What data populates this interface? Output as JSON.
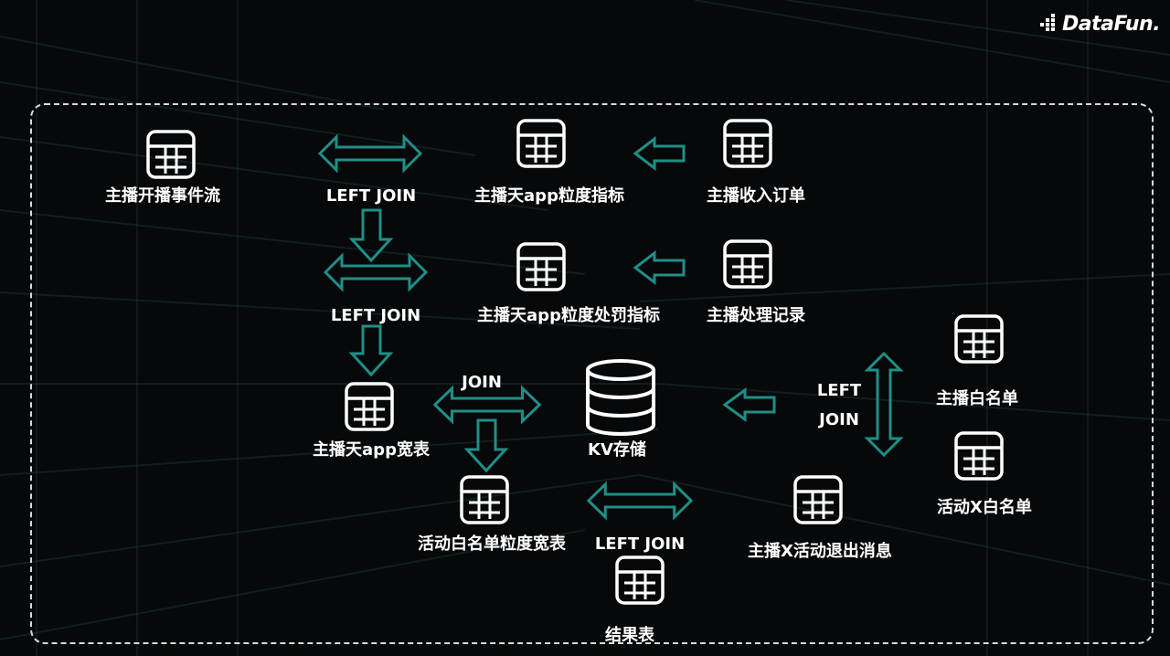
{
  "logo": {
    "text": "DataFun."
  },
  "nodes": {
    "stream": "主播开播事件流",
    "app_metrics": "主播天app粒度指标",
    "income": "主播收入订单",
    "punish_metrics": "主播天app粒度处罚指标",
    "process_log": "主播处理记录",
    "wide_table": "主播天app宽表",
    "kv": "KV存储",
    "whitelist": "主播白名单",
    "activity_whitelist": "活动X白名单",
    "activity_wide": "活动白名单粒度宽表",
    "exit_msg": "主播X活动退出消息",
    "result": "结果表"
  },
  "joins": {
    "j1": "LEFT JOIN",
    "j2": "LEFT JOIN",
    "j3": "JOIN",
    "j4_line1": "LEFT",
    "j4_line2": "JOIN",
    "j5": "LEFT JOIN"
  },
  "colors": {
    "arrow": "#1f8f86",
    "frame": "#d9d9d9",
    "text": "#ffffff"
  },
  "icons": {
    "table": "table-icon",
    "database": "database-icon"
  }
}
